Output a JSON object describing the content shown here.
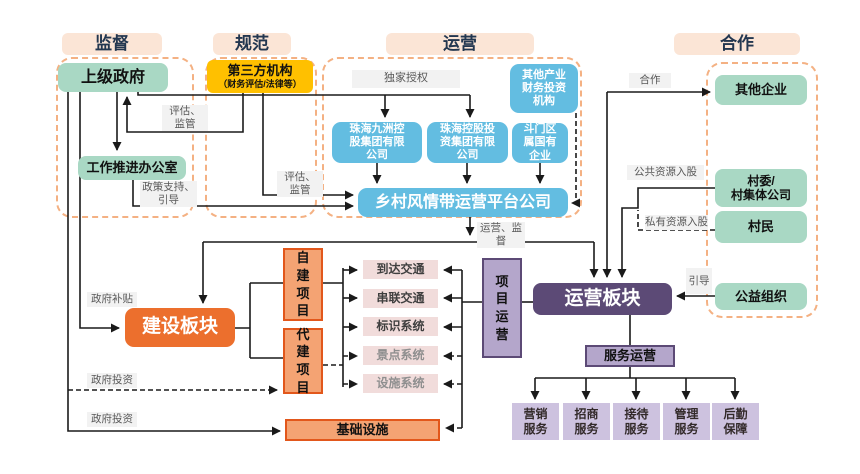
{
  "sections": {
    "supervision": "监督",
    "regulation": "规范",
    "operation": "运营",
    "cooperation": "合作"
  },
  "nodes": {
    "higher_government": "上级政府",
    "work_promotion_office": "工作推进办公室",
    "third_party_org": "第三方机构",
    "third_party_sub": "（财务评估/法律等）",
    "other_industry_investors": "其他产业\n财务投资\n机构",
    "zhuhai_jiuzhou": "珠海九洲控\n股集团有限\n公司",
    "zhuhai_holdings": "珠海控股投\n资集团有限\n公司",
    "doumen_soe": "斗门区\n属国有\n企业",
    "platform_company": "乡村风情带运营平台公司",
    "other_enterprises": "其他企业",
    "village_committee": "村委/\n村集体公司",
    "villagers": "村民",
    "public_welfare_org": "公益组织",
    "construction_block": "建设板块",
    "self_build_project": "自建项目",
    "delegated_build_project": "代建项目",
    "infrastructure": "基础设施",
    "arrival_traffic": "到达交通",
    "linking_traffic": "串联交通",
    "sign_system": "标识系统",
    "scenic_system": "景点系统",
    "facility_system": "设施系统",
    "project_operation": "项目运营",
    "operation_block": "运营板块",
    "service_operation": "服务运营",
    "marketing_service": "营销\n服务",
    "investment_service": "招商\n服务",
    "reception_service": "接待\n服务",
    "management_service": "管理\n服务",
    "logistics_support": "后勤\n保障"
  },
  "edge_labels": {
    "exclusive_authorization": "独家授权",
    "evaluate_supervise_1": "评估、\n监管",
    "evaluate_supervise_2": "评估、\n监管",
    "policy_support_guidance": "政策支持、\n引导",
    "government_subsidy": "政府补贴",
    "government_investment_dashed": "政府投资",
    "government_investment_solid": "政府投资",
    "operate_supervise": "运营、监督",
    "cooperation": "合作",
    "public_resources_equity": "公共资源入股",
    "private_resources_equity": "私有资源入股",
    "guidance": "引导"
  },
  "colors": {
    "section_header_bg": "#FBE5D6",
    "section_dashed_border": "#F4B183",
    "green_box": "#A9D8C4",
    "yellow_box": "#FFC000",
    "blue_box": "#63BDE1",
    "orange_box": "#EC6F2D",
    "orange_light_box": "#F4A373",
    "purple_dark_box": "#5C4A76",
    "purple_mid_box": "#B4A6CB",
    "purple_light_box": "#CDC2DF",
    "pink_box": "#F1DCDB",
    "edge_label_bg": "#F2F2F2",
    "connector": "#1a1a1a"
  }
}
